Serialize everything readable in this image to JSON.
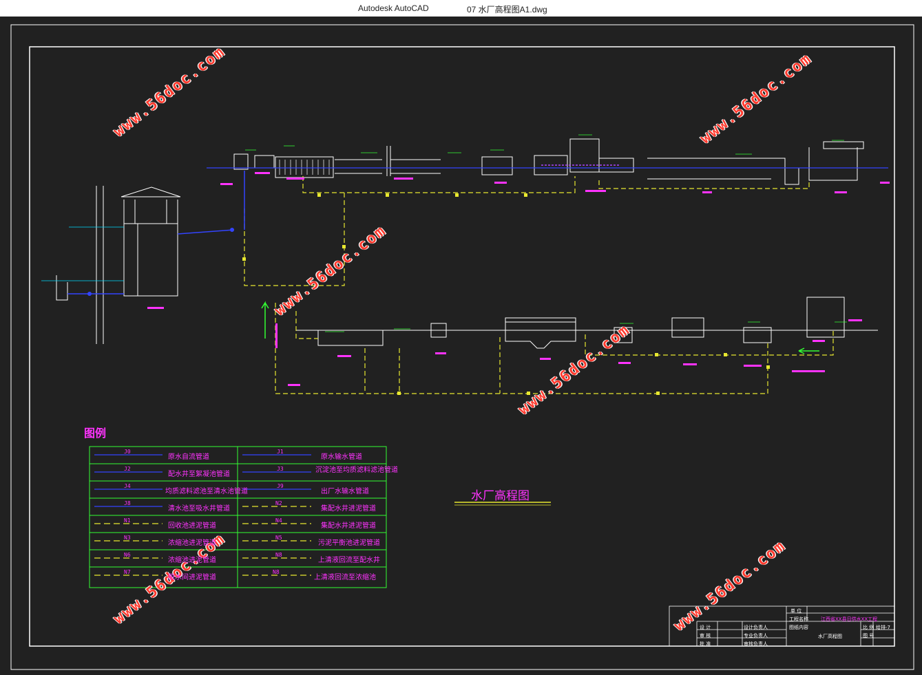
{
  "window": {
    "app_name": "Autodesk AutoCAD",
    "document_name": "07 水厂高程图A1.dwg"
  },
  "watermark": {
    "text": "www.56doc.com",
    "color": "#ff3b2f"
  },
  "drawing": {
    "title": "水厂高程图",
    "background": "#212121"
  },
  "legend": {
    "title": "图例",
    "rows": [
      {
        "left_code": "J0",
        "left_label": "原水自流管道",
        "right_code": "J1",
        "right_label": "原水输水管道"
      },
      {
        "left_code": "J2",
        "left_label": "配水井至絮凝池管道",
        "right_code": "J3",
        "right_label": "沉淀池至均质滤料滤池管道"
      },
      {
        "left_code": "J4",
        "left_label": "均质滤料滤池至清水池管道",
        "right_code": "J9",
        "right_label": "出厂水输水管道"
      },
      {
        "left_code": "J8",
        "left_label": "清水池至吸水井管道",
        "right_code": "N2",
        "right_label": "集配水井进泥管道"
      },
      {
        "left_code": "N1",
        "left_label": "回收池进泥管道",
        "right_code": "N4",
        "right_label": "集配水井进泥管道"
      },
      {
        "left_code": "N3",
        "left_label": "浓缩池进泥管道",
        "right_code": "N5",
        "right_label": "污泥平衡池进泥管道"
      },
      {
        "left_code": "N6",
        "left_label": "浓缩池进泥管道",
        "right_code": "N8",
        "right_label": "上清液回流至配水井"
      },
      {
        "left_code": "N7",
        "left_label": "脱水间进泥管道",
        "right_code": "N8",
        "right_label": "上清液回流至浓缩池"
      }
    ]
  },
  "title_block": {
    "project_name": "江西省XX县日供水XX工程",
    "drawing_name": "水厂高程图",
    "drawing_number": "给排-7",
    "labels": {
      "unit": "单 位",
      "project": "工程名称",
      "content": "图纸内容",
      "scale": "比 例",
      "number": "图 号",
      "design": "设 计",
      "check": "审 核",
      "approve": "批 准"
    },
    "sign_lines": [
      "设计负责人",
      "专业负责人",
      "审核负责人"
    ]
  }
}
